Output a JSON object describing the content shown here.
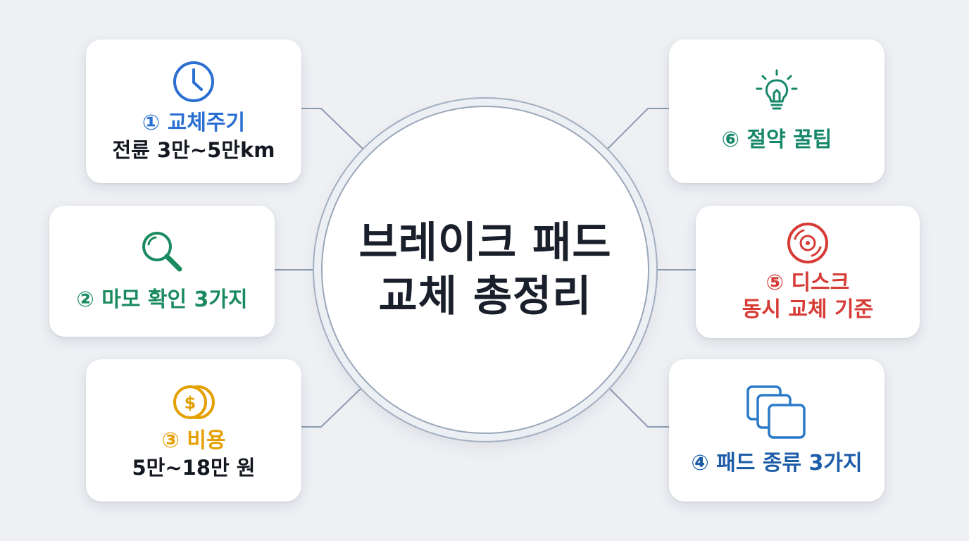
{
  "center": {
    "line1": "브레이크 패드",
    "line2": "교체 총정리"
  },
  "cards": {
    "cycle": {
      "title": "① 교체주기",
      "sub": "전륜 3만~5만km",
      "icon": "clock-icon",
      "color": "#2a6fd1"
    },
    "wear": {
      "title": "② 마모 확인 3가지",
      "icon": "magnifier-icon",
      "color": "#1a8a60"
    },
    "cost": {
      "title": "③ 비용",
      "sub": "5만~18만 원",
      "icon": "coins-icon",
      "color": "#e3a000"
    },
    "types": {
      "title": "④ 패드 종류 3가지",
      "icon": "stacked-squares-icon",
      "color": "#1d5da8"
    },
    "disc": {
      "title1": "⑤ 디스크",
      "title2": "동시 교체 기준",
      "icon": "disc-icon",
      "color": "#d63b35"
    },
    "tips": {
      "title": "⑥ 절약 꿀팁",
      "icon": "lightbulb-icon",
      "color": "#17876a"
    }
  }
}
